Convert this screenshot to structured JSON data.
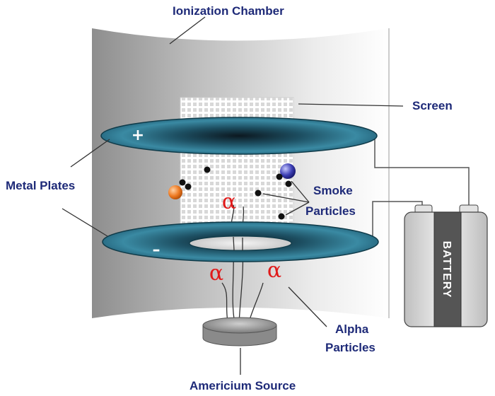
{
  "labels": {
    "ionization_chamber": "Ionization Chamber",
    "screen": "Screen",
    "metal_plates": "Metal Plates",
    "smoke_line1": "Smoke",
    "smoke_line2": "Particles",
    "alpha_line1": "Alpha",
    "alpha_line2": "Particles",
    "americium_source": "Americium Source",
    "battery": "BATTERY"
  },
  "symbols": {
    "plus": "+",
    "minus": "–",
    "alpha": "α"
  },
  "colors": {
    "label_text": "#1e2a78",
    "plate": "#1f5f75",
    "alpha_symbol": "#e01a1a",
    "battery_band": "#555555"
  }
}
